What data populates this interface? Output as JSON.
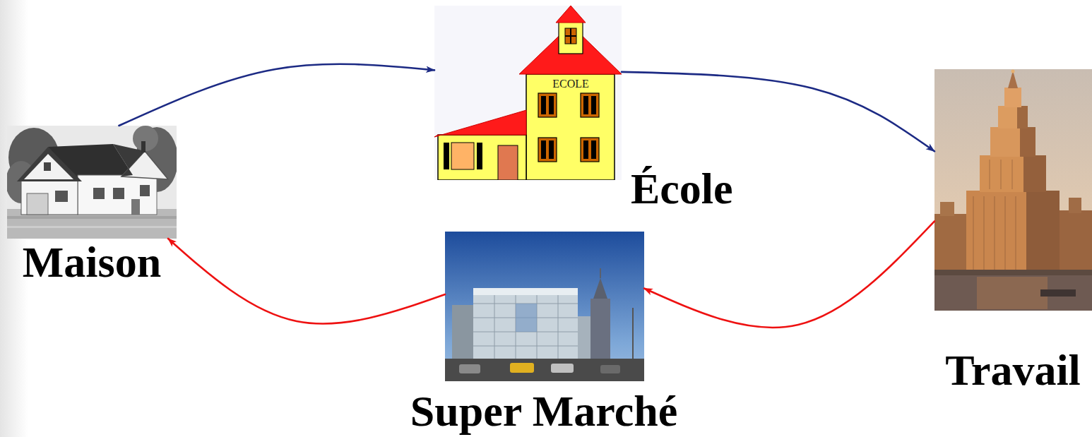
{
  "diagram": {
    "nodes": [
      {
        "text": [
          "Maison"
        ]
      },
      {
        "text": [
          "École"
        ]
      },
      {
        "text": [
          "Travail"
        ]
      },
      {
        "text": [
          "Super Marché"
        ]
      }
    ],
    "edges": [
      {
        "from": 0,
        "to": 1,
        "arrow": "to"
      },
      {
        "from": 1,
        "to": 2,
        "arrow": "to"
      },
      {
        "from": 2,
        "to": 3,
        "arrow": "to"
      },
      {
        "from": 3,
        "to": 0,
        "arrow": "to"
      }
    ],
    "labels": [
      "ECOLE"
    ]
  }
}
